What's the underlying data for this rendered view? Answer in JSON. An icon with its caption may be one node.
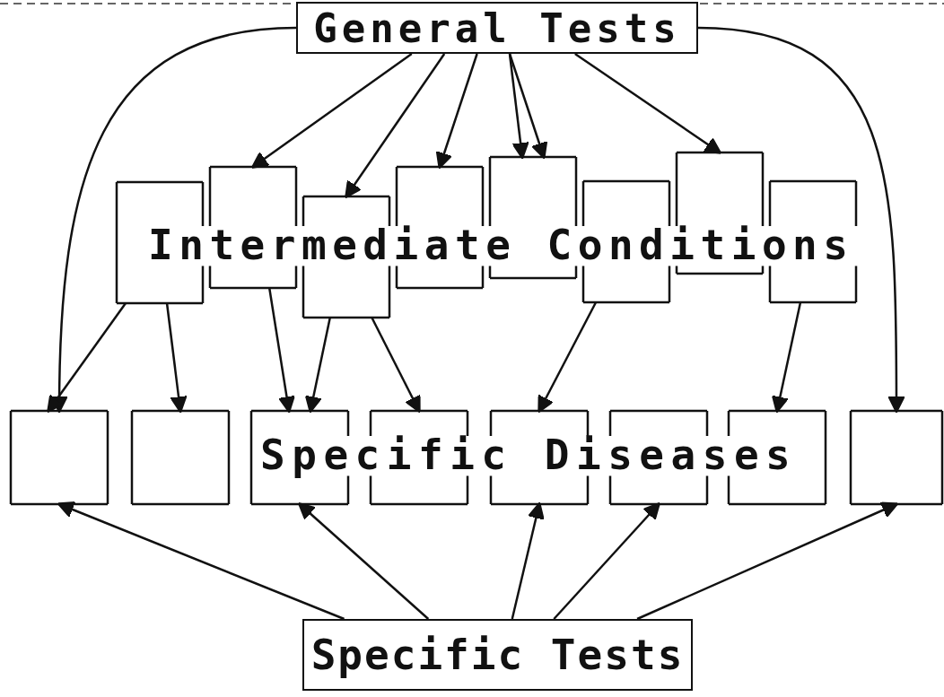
{
  "diagram": {
    "nodes": [
      {
        "text": [
          "General Tests"
        ]
      },
      {
        "text": [],
        "shape": "box"
      },
      {
        "text": [],
        "shape": "box"
      },
      {
        "text": [],
        "shape": "box"
      },
      {
        "text": [],
        "shape": "box"
      },
      {
        "text": [],
        "shape": "box"
      },
      {
        "text": [],
        "shape": "box"
      },
      {
        "text": [],
        "shape": "box"
      },
      {
        "text": [],
        "shape": "box"
      },
      {
        "text": [],
        "shape": "box"
      },
      {
        "text": [],
        "shape": "box"
      },
      {
        "text": [],
        "shape": "box"
      },
      {
        "text": [],
        "shape": "box"
      },
      {
        "text": [],
        "shape": "box"
      },
      {
        "text": [],
        "shape": "box"
      },
      {
        "text": [],
        "shape": "box"
      },
      {
        "text": [],
        "shape": "box"
      },
      {
        "text": [
          "Specific Tests"
        ]
      }
    ],
    "edges": [
      {
        "from": 0,
        "to": 9,
        "arrow": "to"
      },
      {
        "from": 0,
        "to": 16,
        "arrow": "to"
      },
      {
        "from": 0,
        "to": 2,
        "arrow": "to"
      },
      {
        "from": 0,
        "to": 3,
        "arrow": "to"
      },
      {
        "from": 0,
        "to": 4,
        "arrow": "to"
      },
      {
        "from": 0,
        "to": 5,
        "arrow": "to"
      },
      {
        "from": 0,
        "to": 5,
        "arrow": "to"
      },
      {
        "from": 0,
        "to": 7,
        "arrow": "to"
      },
      {
        "from": 1,
        "to": 9,
        "arrow": "to"
      },
      {
        "from": 1,
        "to": 10,
        "arrow": "to"
      },
      {
        "from": 2,
        "to": 11,
        "arrow": "to"
      },
      {
        "from": 3,
        "to": 11,
        "arrow": "to"
      },
      {
        "from": 3,
        "to": 12,
        "arrow": "to"
      },
      {
        "from": 6,
        "to": 13,
        "arrow": "to"
      },
      {
        "from": 8,
        "to": 15,
        "arrow": "to"
      },
      {
        "from": 17,
        "to": 9,
        "arrow": "to"
      },
      {
        "from": 17,
        "to": 11,
        "arrow": "to"
      },
      {
        "from": 17,
        "to": 13,
        "arrow": "to"
      },
      {
        "from": 17,
        "to": 14,
        "arrow": "to"
      },
      {
        "from": 17,
        "to": 16,
        "arrow": "to"
      }
    ],
    "labels": [
      "Intermediate Conditions",
      "Specific Diseases"
    ]
  }
}
